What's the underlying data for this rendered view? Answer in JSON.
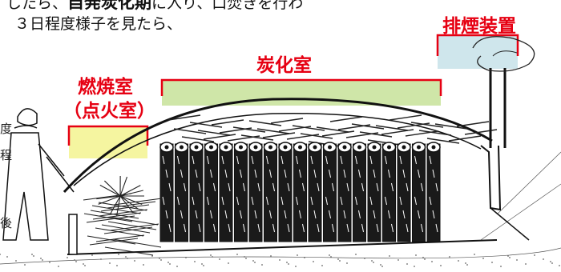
{
  "caption": {
    "line1_prefix": "したら、",
    "line1_bold": "自発炭化期",
    "line1_suffix": "に入り、口焚きを行わ",
    "line2": "３日程度様子を見たら、"
  },
  "labels": {
    "carbonization_chamber": "炭化室",
    "combustion_chamber": "燃焼室",
    "ignition_chamber": "（点火室）",
    "exhaust_device": "排煙装置"
  },
  "side_fragments": [
    "度",
    "程",
    "後"
  ],
  "colors": {
    "label_red": "#e60012",
    "highlight_green": "#cfe6a8",
    "highlight_yellow": "#f5f5a0",
    "highlight_blue": "#cfe6ec"
  },
  "icons": [
    "worker-figure-icon",
    "firewood-icon",
    "smoke-icon",
    "charcoal-log-icon"
  ]
}
